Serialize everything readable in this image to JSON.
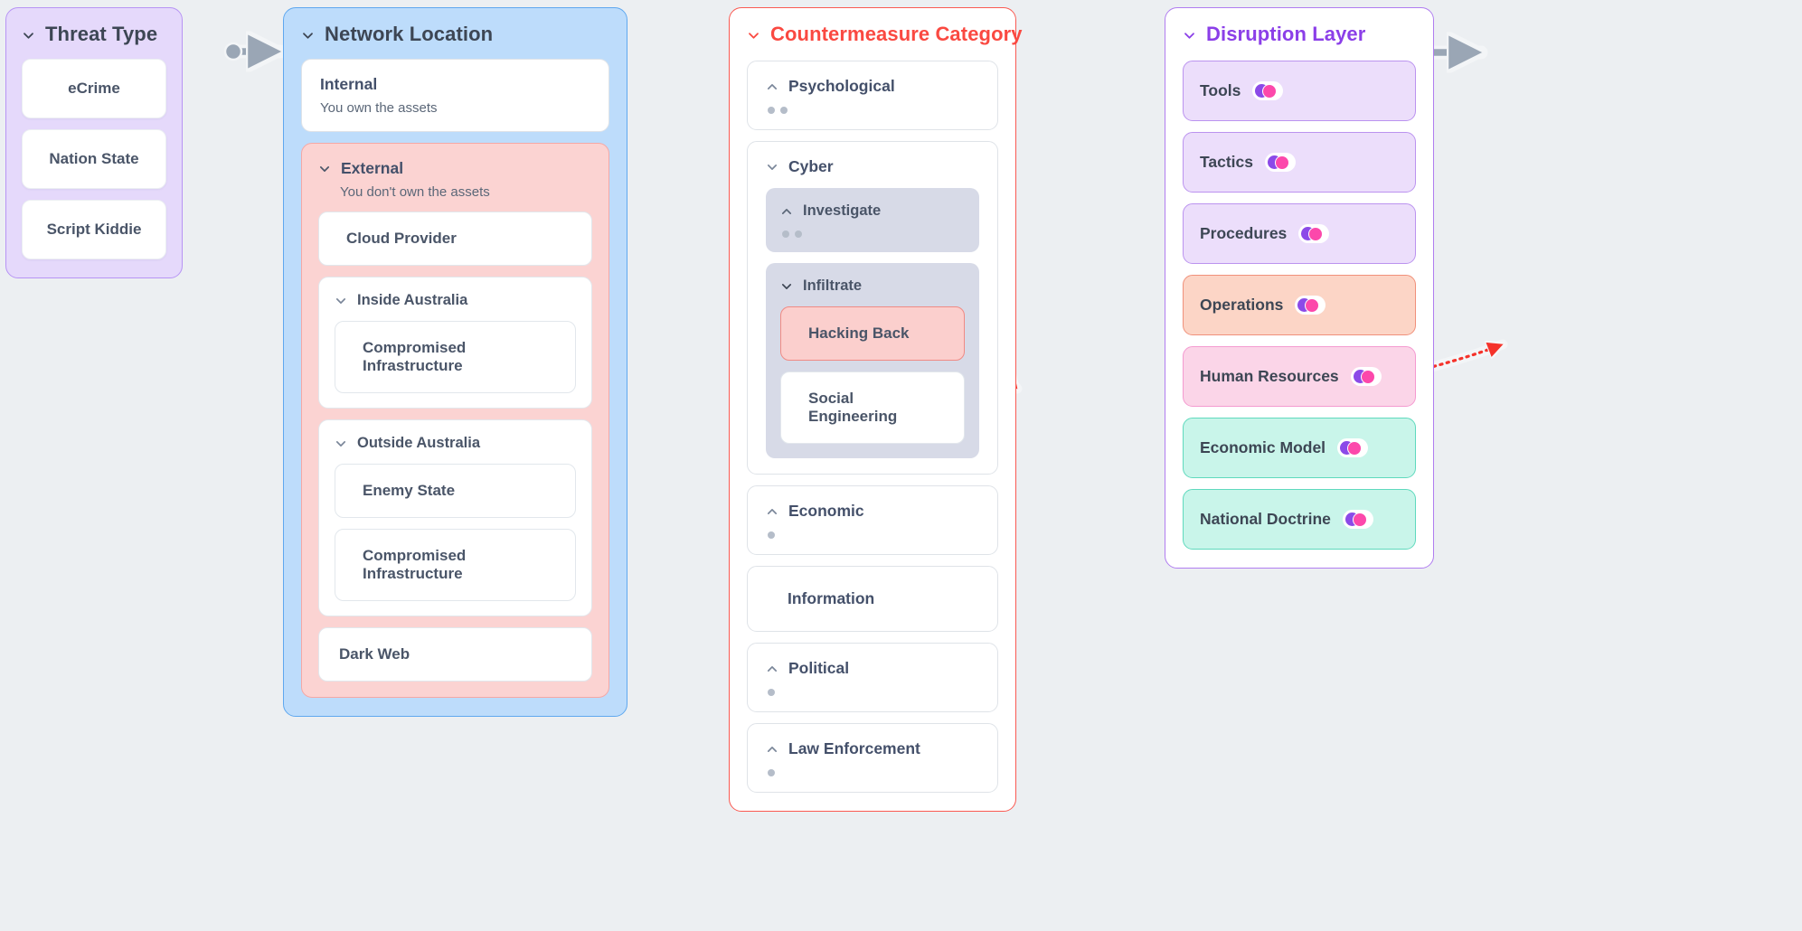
{
  "diagram": {
    "type": "tree-mindmap",
    "background": "#eceff2",
    "colors": {
      "threat_accent": "#b794f4",
      "network_accent": "#5fa8ef",
      "counter_accent": "#fa4941",
      "disrupt_accent": "#8b3fe8",
      "highlight_red_fill": "#fbcfcd",
      "highlight_red_border": "#f08a84",
      "edge_grey": "#9aa6b5",
      "edge_red": "#f5322a"
    },
    "icons": {
      "expanded": "chevron-down-icon",
      "collapsed": "chevron-up-icon"
    }
  },
  "threat_type": {
    "header": "Threat Type",
    "state": "expanded",
    "items": [
      {
        "label": "eCrime"
      },
      {
        "label": "Nation State"
      },
      {
        "label": "Script Kiddie"
      }
    ]
  },
  "network_location": {
    "header": "Network Location",
    "state": "expanded",
    "internal": {
      "label": "Internal",
      "subtitle": "You own the assets"
    },
    "external": {
      "label": "External",
      "subtitle": "You don't own the assets",
      "state": "expanded",
      "cloud_provider": "Cloud Provider",
      "inside_australia": {
        "label": "Inside Australia",
        "state": "expanded",
        "items": [
          "Compromised Infrastructure"
        ]
      },
      "outside_australia": {
        "label": "Outside Australia",
        "state": "expanded",
        "items": [
          "Enemy State",
          "Compromised Infrastructure"
        ]
      },
      "dark_web": "Dark Web"
    }
  },
  "countermeasure_category": {
    "header": "Countermeasure Category",
    "state": "expanded",
    "psychological": {
      "label": "Psychological",
      "state": "collapsed",
      "hidden_count": 2
    },
    "cyber": {
      "label": "Cyber",
      "state": "expanded",
      "investigate": {
        "label": "Investigate",
        "state": "collapsed",
        "hidden_count": 2
      },
      "infiltrate": {
        "label": "Infiltrate",
        "state": "expanded",
        "items": [
          "Hacking Back",
          "Social Engineering"
        ],
        "selected": "Hacking Back"
      }
    },
    "economic": {
      "label": "Economic",
      "state": "collapsed",
      "hidden_count": 1
    },
    "information": {
      "label": "Information",
      "state": "leaf"
    },
    "political": {
      "label": "Political",
      "state": "collapsed",
      "hidden_count": 1
    },
    "law_enforcement": {
      "label": "Law Enforcement",
      "state": "collapsed",
      "hidden_count": 1
    }
  },
  "disruption_layer": {
    "header": "Disruption Layer",
    "state": "expanded",
    "items": [
      {
        "label": "Tools",
        "tone": "purple"
      },
      {
        "label": "Tactics",
        "tone": "purple"
      },
      {
        "label": "Procedures",
        "tone": "purple"
      },
      {
        "label": "Operations",
        "tone": "salmon"
      },
      {
        "label": "Human Resources",
        "tone": "pink"
      },
      {
        "label": "Economic Model",
        "tone": "teal"
      },
      {
        "label": "National Doctrine",
        "tone": "teal"
      }
    ]
  }
}
